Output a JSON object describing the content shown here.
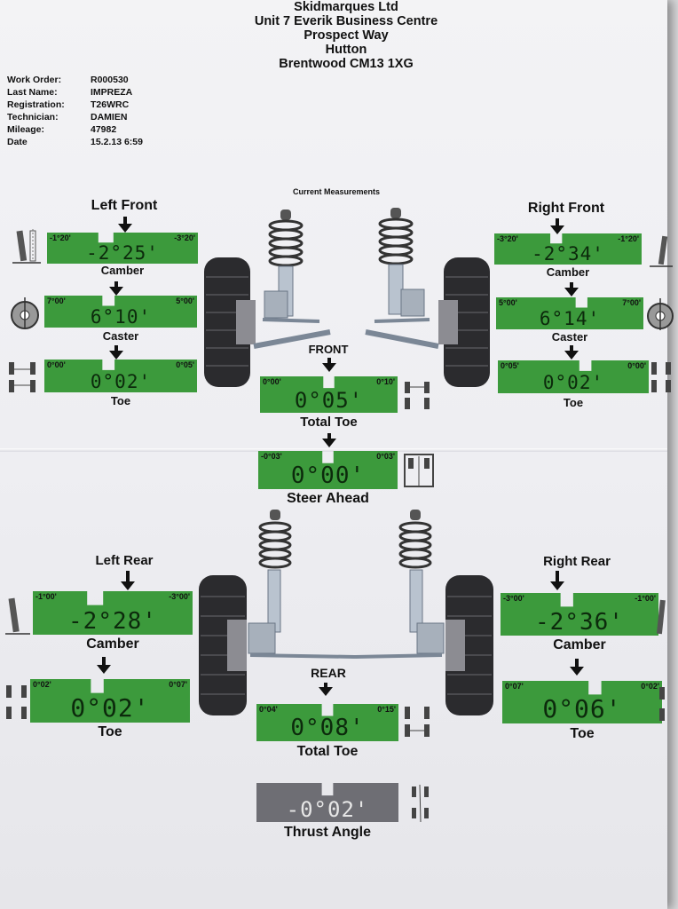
{
  "header": {
    "company": "Skidmarques Ltd",
    "address1": "Unit 7 Everik Business Centre",
    "address2": "Prospect Way",
    "address3": "Hutton",
    "address4": "Brentwood CM13 1XG"
  },
  "job": {
    "work_order_label": "Work Order:",
    "work_order": "R000530",
    "last_name_label": "Last Name:",
    "last_name": "IMPREZA",
    "registration_label": "Registration:",
    "registration": "T26WRC",
    "technician_label": "Technician:",
    "technician": "DAMIEN",
    "mileage_label": "Mileage:",
    "mileage": "47982",
    "date_label": "Date",
    "date": "15.2.13 6:59"
  },
  "section_title": "Current Measurements",
  "front": {
    "label": "FRONT",
    "left_title": "Left Front",
    "right_title": "Right Front",
    "left": {
      "camber": {
        "min": "-1°20'",
        "max": "-3°20'",
        "value": "-2°25'",
        "label": "Camber"
      },
      "caster": {
        "min": "7°00'",
        "max": "5°00'",
        "value": "6°10'",
        "label": "Caster"
      },
      "toe": {
        "min": "0°00'",
        "max": "0°05'",
        "value": "0°02'",
        "label": "Toe"
      }
    },
    "right": {
      "camber": {
        "min": "-3°20'",
        "max": "-1°20'",
        "value": "-2°34'",
        "label": "Camber"
      },
      "caster": {
        "min": "5°00'",
        "max": "7°00'",
        "value": "6°14'",
        "label": "Caster"
      },
      "toe": {
        "min": "0°05'",
        "max": "0°00'",
        "value": "0°02'",
        "label": "Toe"
      }
    },
    "total_toe": {
      "min": "0°00'",
      "max": "0°10'",
      "value": "0°05'",
      "label": "Total Toe"
    },
    "steer_ahead": {
      "min": "-0°03'",
      "max": "0°03'",
      "value": "0°00'",
      "label": "Steer Ahead"
    }
  },
  "rear": {
    "label": "REAR",
    "left_title": "Left Rear",
    "right_title": "Right Rear",
    "left": {
      "camber": {
        "min": "-1°00'",
        "max": "-3°00'",
        "value": "-2°28'",
        "label": "Camber"
      },
      "toe": {
        "min": "0°02'",
        "max": "0°07'",
        "value": "0°02'",
        "label": "Toe"
      }
    },
    "right": {
      "camber": {
        "min": "-3°00'",
        "max": "-1°00'",
        "value": "-2°36'",
        "label": "Camber"
      },
      "toe": {
        "min": "0°07'",
        "max": "0°02'",
        "value": "0°06'",
        "label": "Toe"
      }
    },
    "total_toe": {
      "min": "0°04'",
      "max": "0°15'",
      "value": "0°08'",
      "label": "Total Toe"
    },
    "thrust_angle": {
      "value": "-0°02'",
      "label": "Thrust Angle"
    }
  },
  "colors": {
    "in_spec": "#3c9a3c",
    "no_spec": "#6e6e74"
  }
}
